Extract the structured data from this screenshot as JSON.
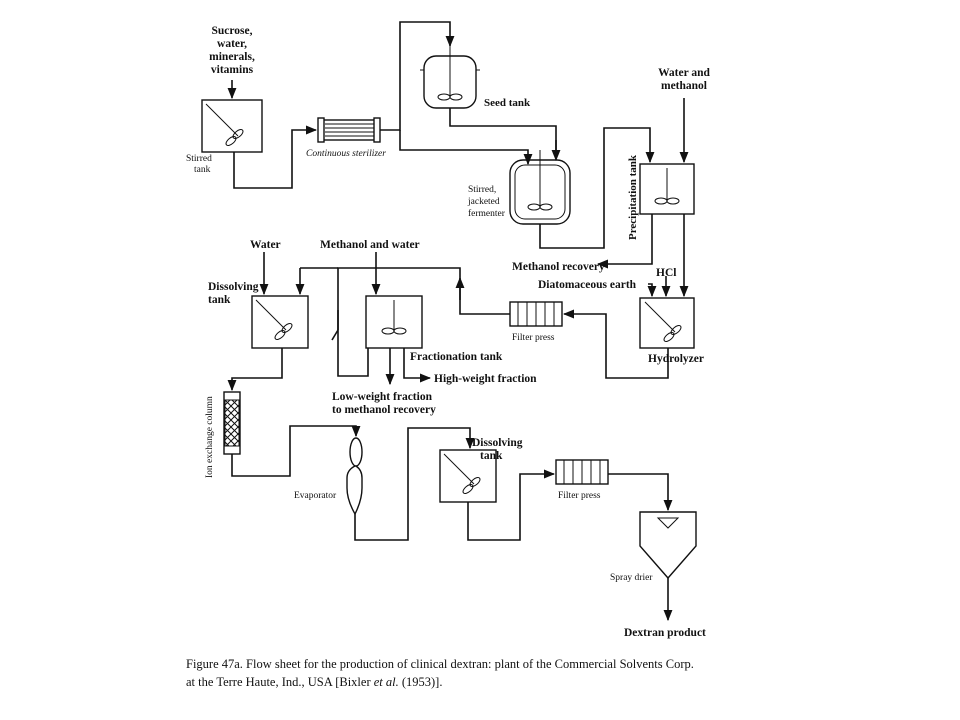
{
  "labels": {
    "feed_line1": "Sucrose,",
    "feed_line2": "water,",
    "feed_line3": "minerals,",
    "feed_line4": "vitamins",
    "stirred_tank_line1": "Stirred",
    "stirred_tank_line2": "tank",
    "sterilizer": "Continuous sterilizer",
    "seed_tank": "Seed tank",
    "fermenter_line1": "Stirred,",
    "fermenter_line2": "jacketed",
    "fermenter_line3": "fermenter",
    "water_methanol_line1": "Water and",
    "water_methanol_line2": "methanol",
    "precipitation_tank": "Precipitation tank",
    "methanol_recovery": "Methanol recovery",
    "hcl": "HCl",
    "diatomaceous_earth": "Diatomaceous earth",
    "hydrolyzer": "Hydrolyzer",
    "water": "Water",
    "methanol_and_water": "Methanol and water",
    "dissolving_tank_1_line1": "Dissolving",
    "dissolving_tank_1_line2": "tank",
    "filter_press_1": "Filter press",
    "fractionation_tank": "Fractionation tank",
    "high_weight_fraction": "High-weight fraction",
    "low_weight_line1": "Low-weight fraction",
    "low_weight_line2": "to methanol recovery",
    "ion_exchange_column": "Ion exchange column",
    "evaporator": "Evaporator",
    "dissolving_tank_2_line1": "Dissolving",
    "dissolving_tank_2_line2": "tank",
    "filter_press_2": "Filter press",
    "spray_drier": "Spray drier",
    "dextran_product": "Dextran product"
  },
  "caption": {
    "line1": "Figure 47a.  Flow sheet for the production of clinical dextran: plant of the Commercial Solvents Corp.",
    "line2_a": "at the Terre Haute, Ind., USA [Bixler ",
    "line2_b": "et al.",
    "line2_c": " (1953)]."
  }
}
